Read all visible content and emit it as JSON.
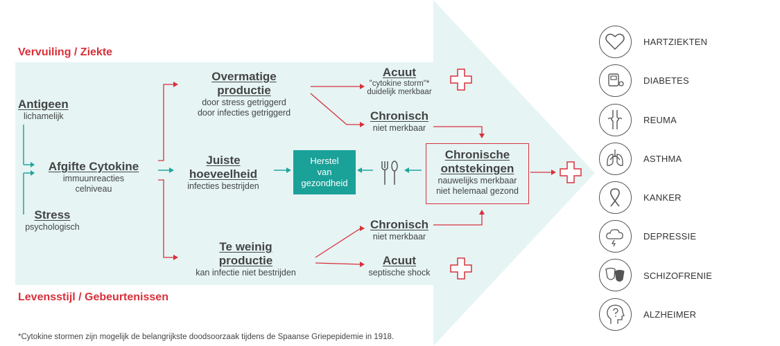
{
  "colors": {
    "red": "#d8303a",
    "teal": "#1aa198",
    "panel": "#e6f4f4",
    "arrow_green": "#20a49b"
  },
  "headers": {
    "top": "Vervuiling / Ziekte",
    "bottom": "Levensstijl / Gebeurtenissen"
  },
  "left": {
    "antigeen": {
      "title": "Antigeen",
      "sub": "lichamelijk"
    },
    "cytokine": {
      "title": "Afgifte Cytokine",
      "sub1": "immuunreacties",
      "sub2": "celniveau"
    },
    "stress": {
      "title": "Stress",
      "sub": "psychologisch"
    }
  },
  "middle": {
    "overmatige": {
      "title1": "Overmatige",
      "title2": "productie",
      "sub1": "door stress getriggerd",
      "sub2": "door infecties getriggerd"
    },
    "juiste": {
      "title1": "Juiste",
      "title2": "hoeveelheid",
      "sub": "infecties bestrijden"
    },
    "teweinig": {
      "title1": "Te weinig",
      "title2": "productie",
      "sub": "kan infectie niet bestrijden"
    }
  },
  "outcomes": {
    "acuut_top": {
      "title": "Acuut",
      "sub1": "\"cytokine storm\"*",
      "sub2": "duidelijk merkbaar"
    },
    "chronisch_top": {
      "title": "Chronisch",
      "sub": "niet merkbaar"
    },
    "chronisch_bottom": {
      "title": "Chronisch",
      "sub": "niet merkbaar"
    },
    "acuut_bottom": {
      "title": "Acuut",
      "sub": "septische shock"
    }
  },
  "herstel": {
    "line1": "Herstel",
    "line2": "van",
    "line3": "gezondheid"
  },
  "chronische": {
    "title1": "Chronische",
    "title2": "ontstekingen",
    "sub1": "nauwelijks merkbaar",
    "sub2": "niet helemaal gezond"
  },
  "diseases": [
    {
      "label": "HARTZIEKTEN",
      "icon": "heart-icon"
    },
    {
      "label": "DIABETES",
      "icon": "glucose-meter-icon"
    },
    {
      "label": "REUMA",
      "icon": "joint-icon"
    },
    {
      "label": "ASTHMA",
      "icon": "lungs-icon"
    },
    {
      "label": "KANKER",
      "icon": "ribbon-icon"
    },
    {
      "label": "DEPRESSIE",
      "icon": "storm-cloud-icon"
    },
    {
      "label": "SCHIZOFRENIE",
      "icon": "theater-masks-icon"
    },
    {
      "label": "ALZHEIMER",
      "icon": "head-question-icon"
    }
  ],
  "footnote": "*Cytokine stormen zijn mogelijk de belangrijkste doodsoorzaak tijdens de Spaanse Griepepidemie in 1918."
}
